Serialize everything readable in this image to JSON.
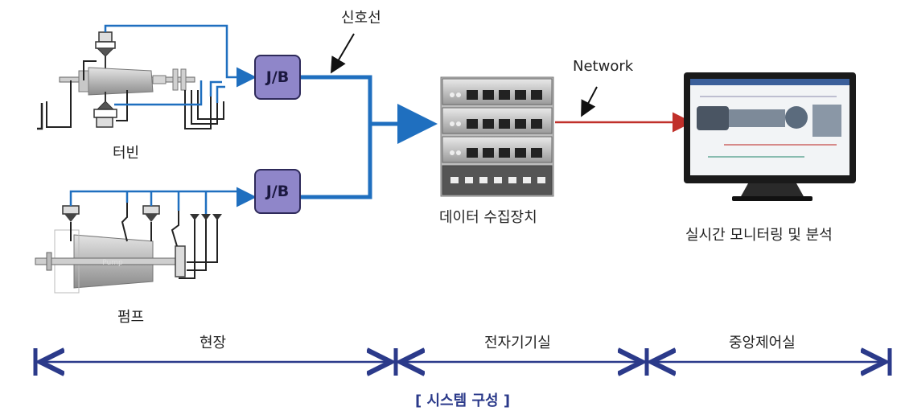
{
  "labels": {
    "signal_line": "신호선",
    "network": "Network",
    "turbine": "터빈",
    "pump": "펌프",
    "pump_body": "Pump",
    "junction_box_1": "J/B",
    "junction_box_2": "J/B",
    "data_collector": "데이터 수집장치",
    "monitoring": "실시간 모니터링 및 분석"
  },
  "zones": [
    {
      "label": "현장"
    },
    {
      "label": "전자기기실"
    },
    {
      "label": "중앙제어실"
    }
  ],
  "caption": "[ 시스템 구성 ]",
  "colors": {
    "signal_blue": "#1f6fbf",
    "network_red": "#c0302a",
    "zone_arrow": "#2b3a8a",
    "junction_box": "#8f86c9"
  }
}
